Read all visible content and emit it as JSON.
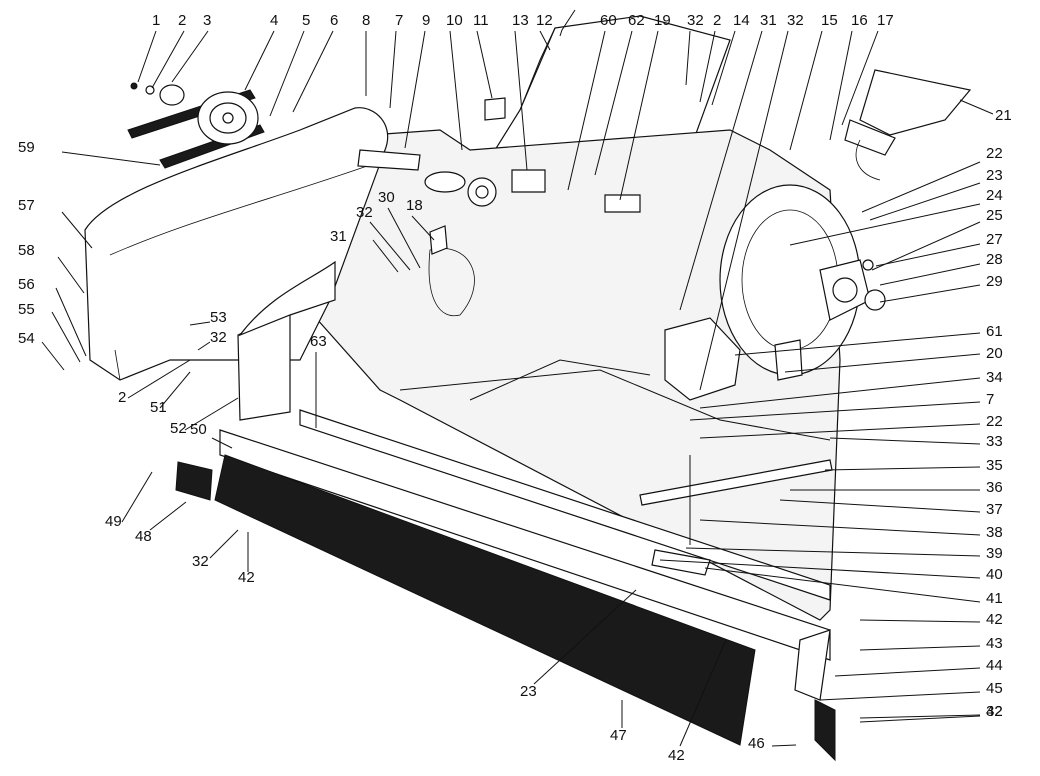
{
  "diagram": {
    "callouts": [
      "1",
      "2",
      "3",
      "4",
      "5",
      "6",
      "8",
      "7",
      "9",
      "10",
      "11",
      "13",
      "12",
      "60",
      "62",
      "19",
      "32",
      "2",
      "14",
      "31",
      "32",
      "15",
      "16",
      "17",
      "21",
      "59",
      "22",
      "23",
      "24",
      "25",
      "27",
      "28",
      "29",
      "57",
      "61",
      "58",
      "20",
      "56",
      "34",
      "55",
      "7",
      "54",
      "22",
      "33",
      "35",
      "36",
      "37",
      "38",
      "39",
      "40",
      "41",
      "42",
      "43",
      "44",
      "45",
      "32",
      "42",
      "30",
      "18",
      "32",
      "31",
      "53",
      "32",
      "2",
      "51",
      "52",
      "63",
      "50",
      "49",
      "48",
      "32",
      "42",
      "23",
      "47",
      "42",
      "46"
    ]
  }
}
